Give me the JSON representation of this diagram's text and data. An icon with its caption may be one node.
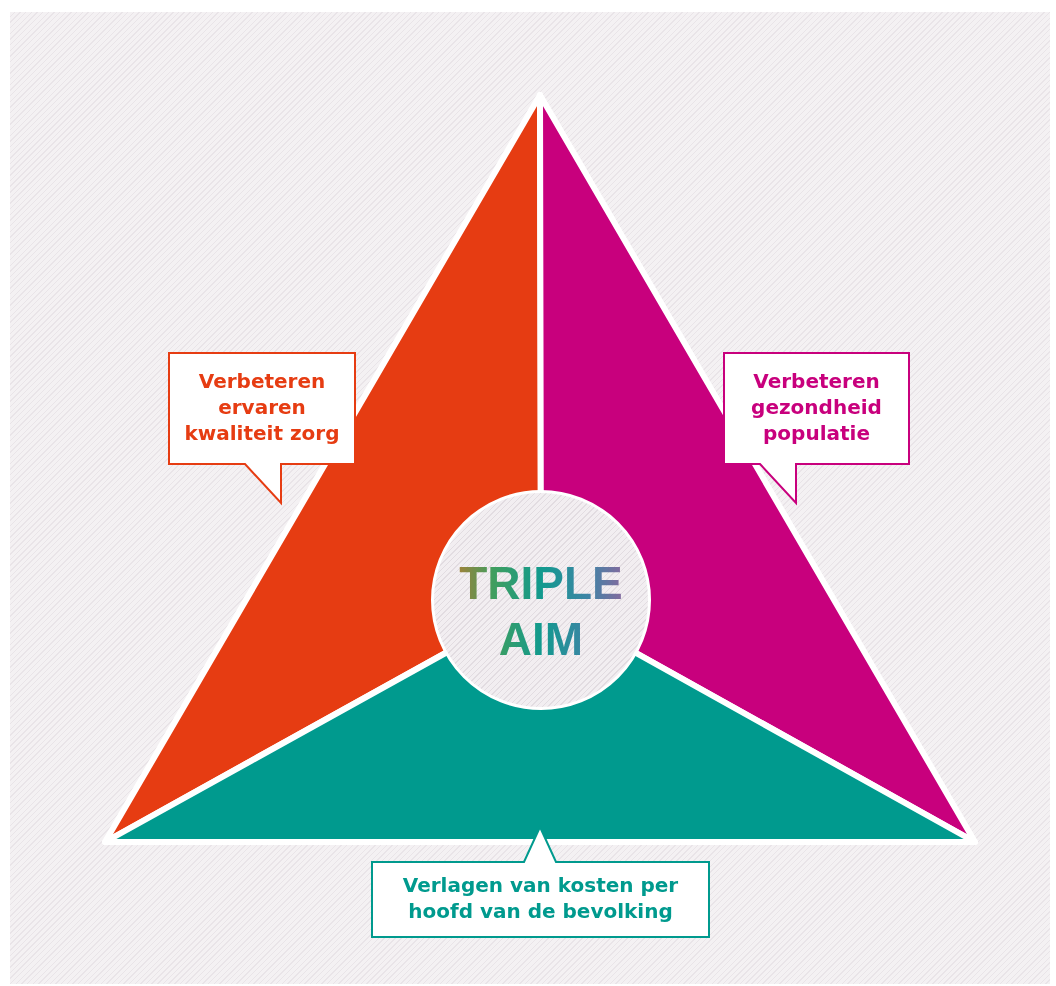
{
  "diagram": {
    "nodes": [
      {
        "text": [
          "TRIPLE AIM"
        ]
      },
      {
        "text": [
          "Verbeteren ervaren kwaliteit zorg"
        ]
      },
      {
        "text": [
          "Verbeteren gezondheid populatie"
        ]
      },
      {
        "text": [
          "Verlagen van kosten per hoofd van de bevolking"
        ]
      }
    ],
    "edges": []
  }
}
